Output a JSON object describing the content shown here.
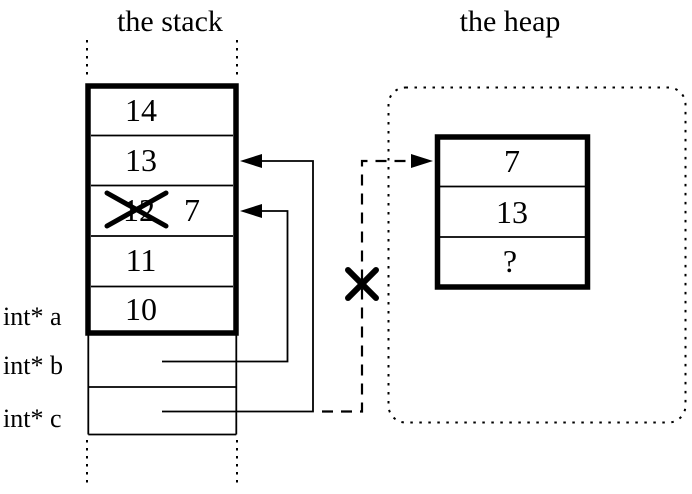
{
  "titles": {
    "stack": "the stack",
    "heap": "the heap"
  },
  "stack": {
    "cells": [
      {
        "value": "14"
      },
      {
        "value": "13"
      },
      {
        "value": "12",
        "crossed_out": true,
        "overwritten_value": "7"
      },
      {
        "value": "11"
      },
      {
        "value": "10"
      }
    ],
    "pointer_labels": [
      {
        "label": "int* a"
      },
      {
        "label": "int* b"
      },
      {
        "label": "int* c"
      }
    ]
  },
  "heap": {
    "cells": [
      {
        "value": "7"
      },
      {
        "value": "13"
      },
      {
        "value": "?"
      }
    ]
  },
  "colors": {
    "line": "#000000",
    "background": "#ffffff"
  }
}
